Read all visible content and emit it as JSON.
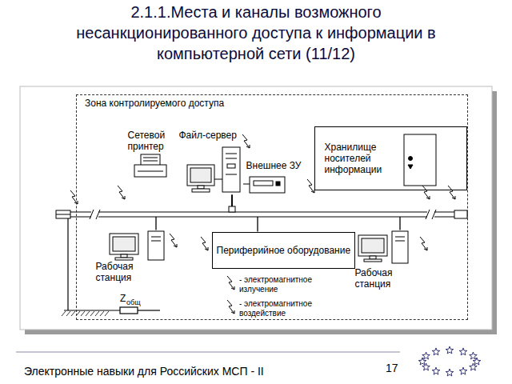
{
  "diagram": {
    "title": "2.1.1.Места и каналы возможного несанкционированного доступа к информации в компьютерной сети (11/12)",
    "nodes": [
      {
        "text": [
          "Зона контролируемого доступа"
        ]
      },
      {
        "text": [
          "Сетевой принтер"
        ],
        "in": 0
      },
      {
        "text": [
          "Файл-сервер"
        ],
        "in": 0
      },
      {
        "text": [
          "Внешнее ЗУ"
        ],
        "in": 0
      },
      {
        "text": [
          "Хранилище носителей информации"
        ],
        "in": 0
      },
      {
        "text": [
          "Рабочая станция"
        ],
        "in": 0
      },
      {
        "text": [
          "Периферийное оборудование"
        ],
        "in": 0
      },
      {
        "text": [
          "Рабочая станция"
        ],
        "in": 0
      }
    ],
    "edges": [
      {
        "from": 2,
        "to": 5,
        "arrow": "none"
      },
      {
        "from": 2,
        "to": 6,
        "arrow": "none"
      },
      {
        "from": 2,
        "to": 7,
        "arrow": "none"
      }
    ],
    "labels": [
      "Z",
      "общ",
      "Электронные навыки для Российских МСП - II",
      "17"
    ],
    "legend": [
      {
        "text": "- электромагнитное излучение"
      },
      {
        "text": "- электромагнитное воздействие"
      }
    ]
  }
}
